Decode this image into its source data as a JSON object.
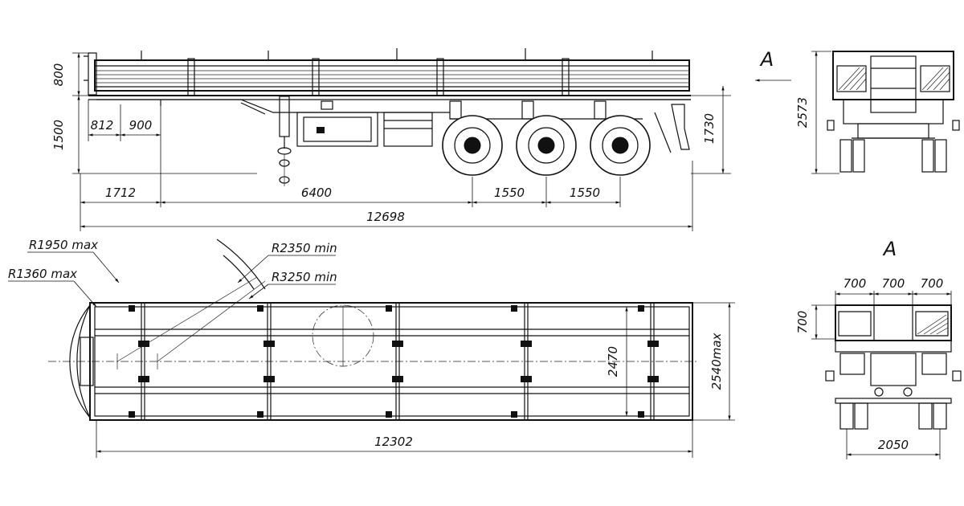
{
  "side_view": {
    "dims": {
      "h_800": "800",
      "h_1500": "1500",
      "h_1730": "1730",
      "w_812": "812",
      "w_900": "900",
      "w_1712": "1712",
      "w_6400": "6400",
      "w_1550a": "1550",
      "w_1550b": "1550",
      "w_12698": "12698"
    }
  },
  "front_view": {
    "label": "A",
    "dims": {
      "h_2573": "2573"
    }
  },
  "top_view": {
    "dims": {
      "r_1950": "R1950 max",
      "r_1360": "R1360 max",
      "r_2350": "R2350 min",
      "r_3250": "R3250 min",
      "w_2470": "2470",
      "w_2540": "2540max",
      "l_12302": "12302"
    }
  },
  "rear_view": {
    "label": "A",
    "dims": {
      "w_700a": "700",
      "w_700b": "700",
      "w_700c": "700",
      "h_700": "700",
      "w_2050": "2050"
    }
  }
}
